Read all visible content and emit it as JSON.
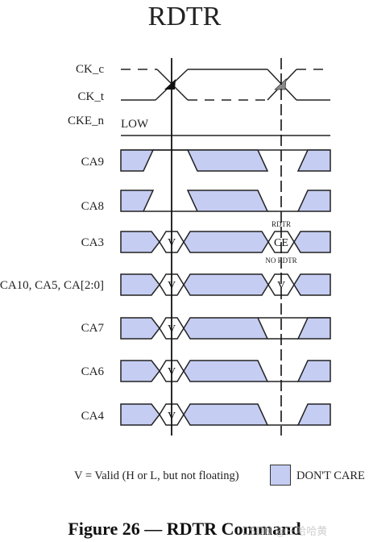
{
  "title": "RDTR",
  "signals": {
    "ck_c": "CK_c",
    "ck_t": "CK_t",
    "cke_n": "CKE_n",
    "cke_level": "LOW",
    "ca9": "CA9",
    "ca8": "CA8",
    "ca3": "CA3",
    "ca10": "CA10, CA5, CA[2:0]",
    "ca7": "CA7",
    "ca6": "CA6",
    "ca4": "CA4"
  },
  "cells": {
    "valid": "V",
    "ce": "CE",
    "rdtr_note": "RDTR",
    "no_rdtr_note": "NO RDTR"
  },
  "legend": {
    "valid_text": "V = Valid (H or L, but not floating)",
    "dont_care": "DON'T CARE"
  },
  "caption": "Figure 26 — RDTR Command",
  "watermark": "CSDN @三哈哈黄",
  "colors": {
    "dont_care_fill": "#c5cdf2",
    "line": "#222222",
    "clock_edge_2": "#888888"
  }
}
